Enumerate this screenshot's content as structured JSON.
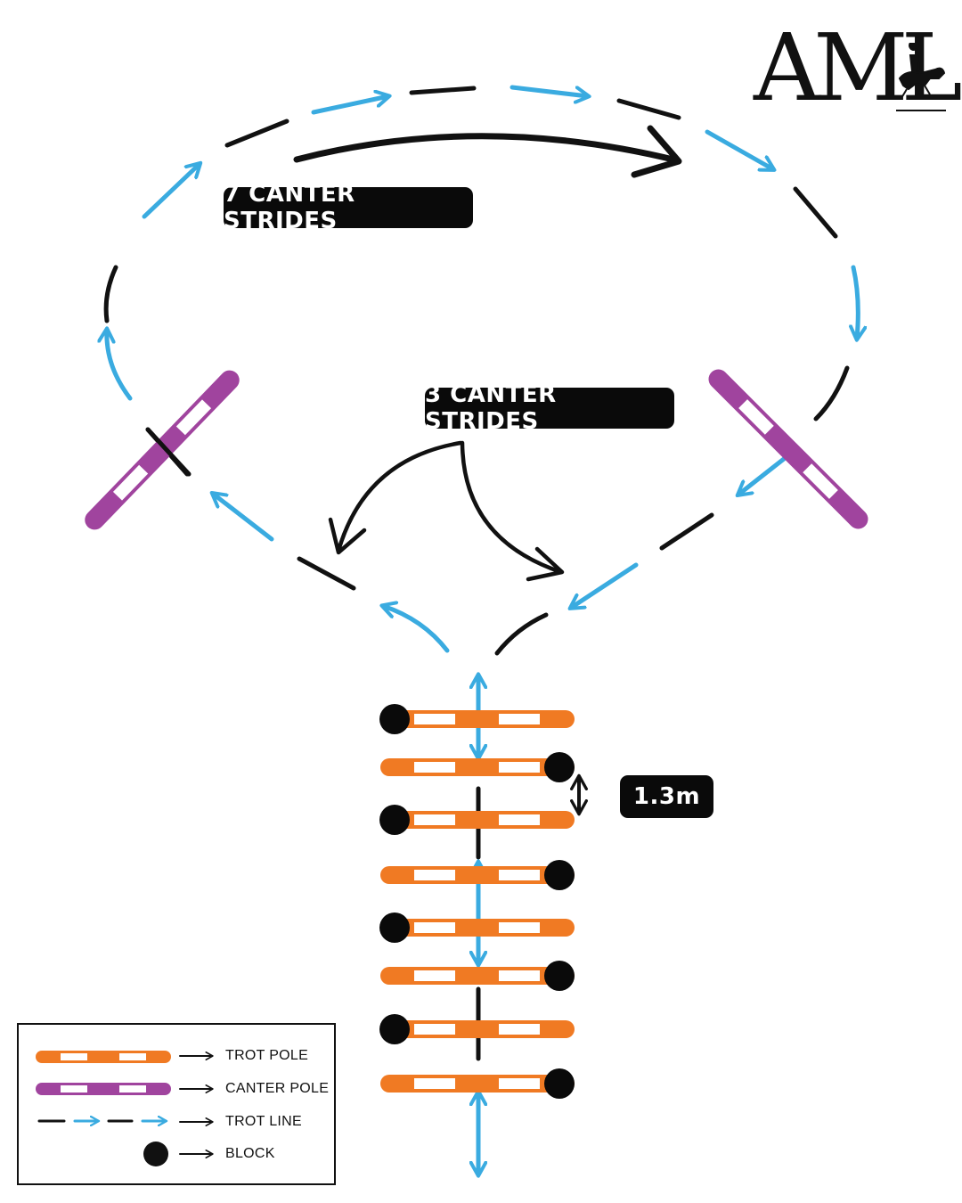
{
  "labels": {
    "seven_canter": "7 CANTER STRIDES",
    "three_canter": "3 CANTER STRIDES",
    "distance": "1.3m"
  },
  "logo": {
    "text": "AML"
  },
  "legend": {
    "trot_pole": "TROT POLE",
    "canter_pole": "CANTER POLE",
    "trot_line": "TROT LINE",
    "block": "BLOCK"
  },
  "icons": [
    "horse-rider-icon",
    "arrow-icon",
    "block-icon"
  ],
  "colors": {
    "trot_pole": "#f07a23",
    "canter_pole": "#a0449e",
    "trot_line_arrow": "#3aabe0",
    "line_dark": "#111111",
    "label_bg": "#0a0a0a"
  },
  "poles": {
    "trot_count": 8,
    "canter_count": 2
  }
}
